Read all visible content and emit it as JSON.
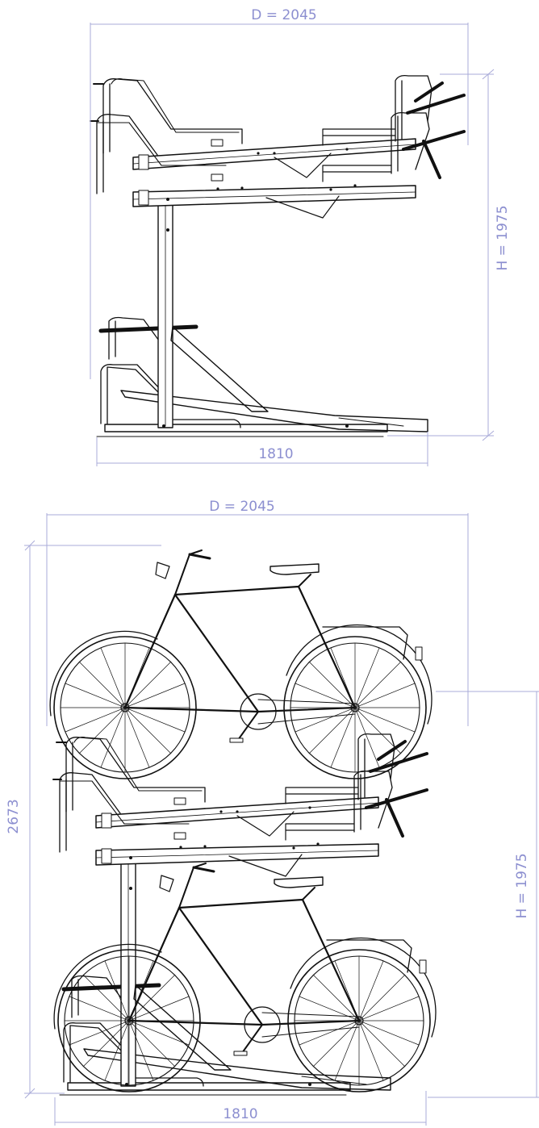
{
  "top_drawing": {
    "depth_label": "D = 2045",
    "height_label": "H = 1975",
    "base_label": "1810"
  },
  "bottom_drawing": {
    "depth_label": "D = 2045",
    "total_height_label": "2673",
    "height_label": "H = 1975",
    "base_label": "1810"
  },
  "colors": {
    "dimension": "#8c8fd0",
    "line_art": "#111111",
    "background": "#ffffff"
  }
}
